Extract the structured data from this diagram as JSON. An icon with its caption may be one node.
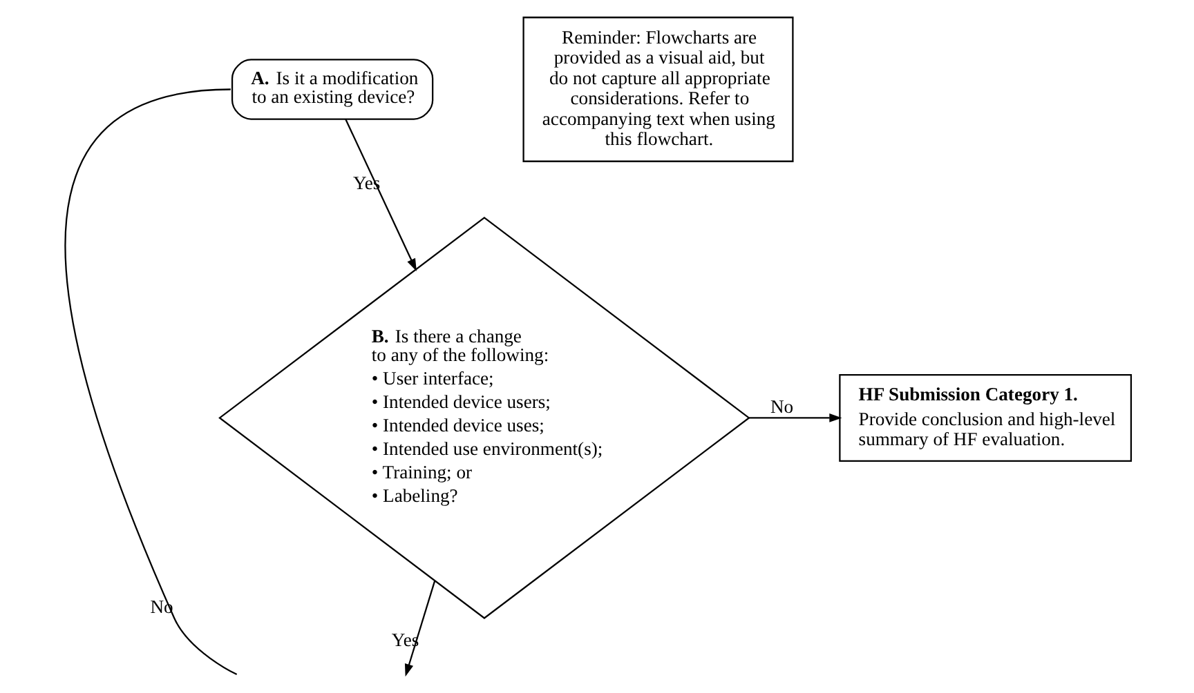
{
  "diagram": {
    "nodes": [
      {
        "text": [
          "**A.** Is it a modification to an existing device?"
        ]
      },
      {
        "text": [
          "**B.** Is there a change to any of the following:",
          "• User interface;",
          "• Intended device users;",
          "• Intended device uses;",
          "• Intended use environment(s);",
          "• Training; or",
          "• Labeling?"
        ]
      },
      {
        "text": [
          "HF Submission Category 1.",
          "Provide conclusion and high-level summary of HF evaluation."
        ]
      },
      {
        "text": [
          "Reminder: Flowcharts are provided as a visual aid, but do not capture all appropriate considerations. Refer to accompanying text when using this flowchart."
        ]
      }
    ],
    "edges": [
      {
        "from": 0,
        "to": 1,
        "arrow": "to",
        "label": "Yes"
      },
      {
        "from": 1,
        "to": 2,
        "arrow": "to",
        "label": "No"
      },
      {
        "from": 0,
        "to": null,
        "arrow": "none",
        "label": "No"
      },
      {
        "from": 1,
        "to": null,
        "arrow": "to",
        "label": "Yes"
      }
    ]
  }
}
